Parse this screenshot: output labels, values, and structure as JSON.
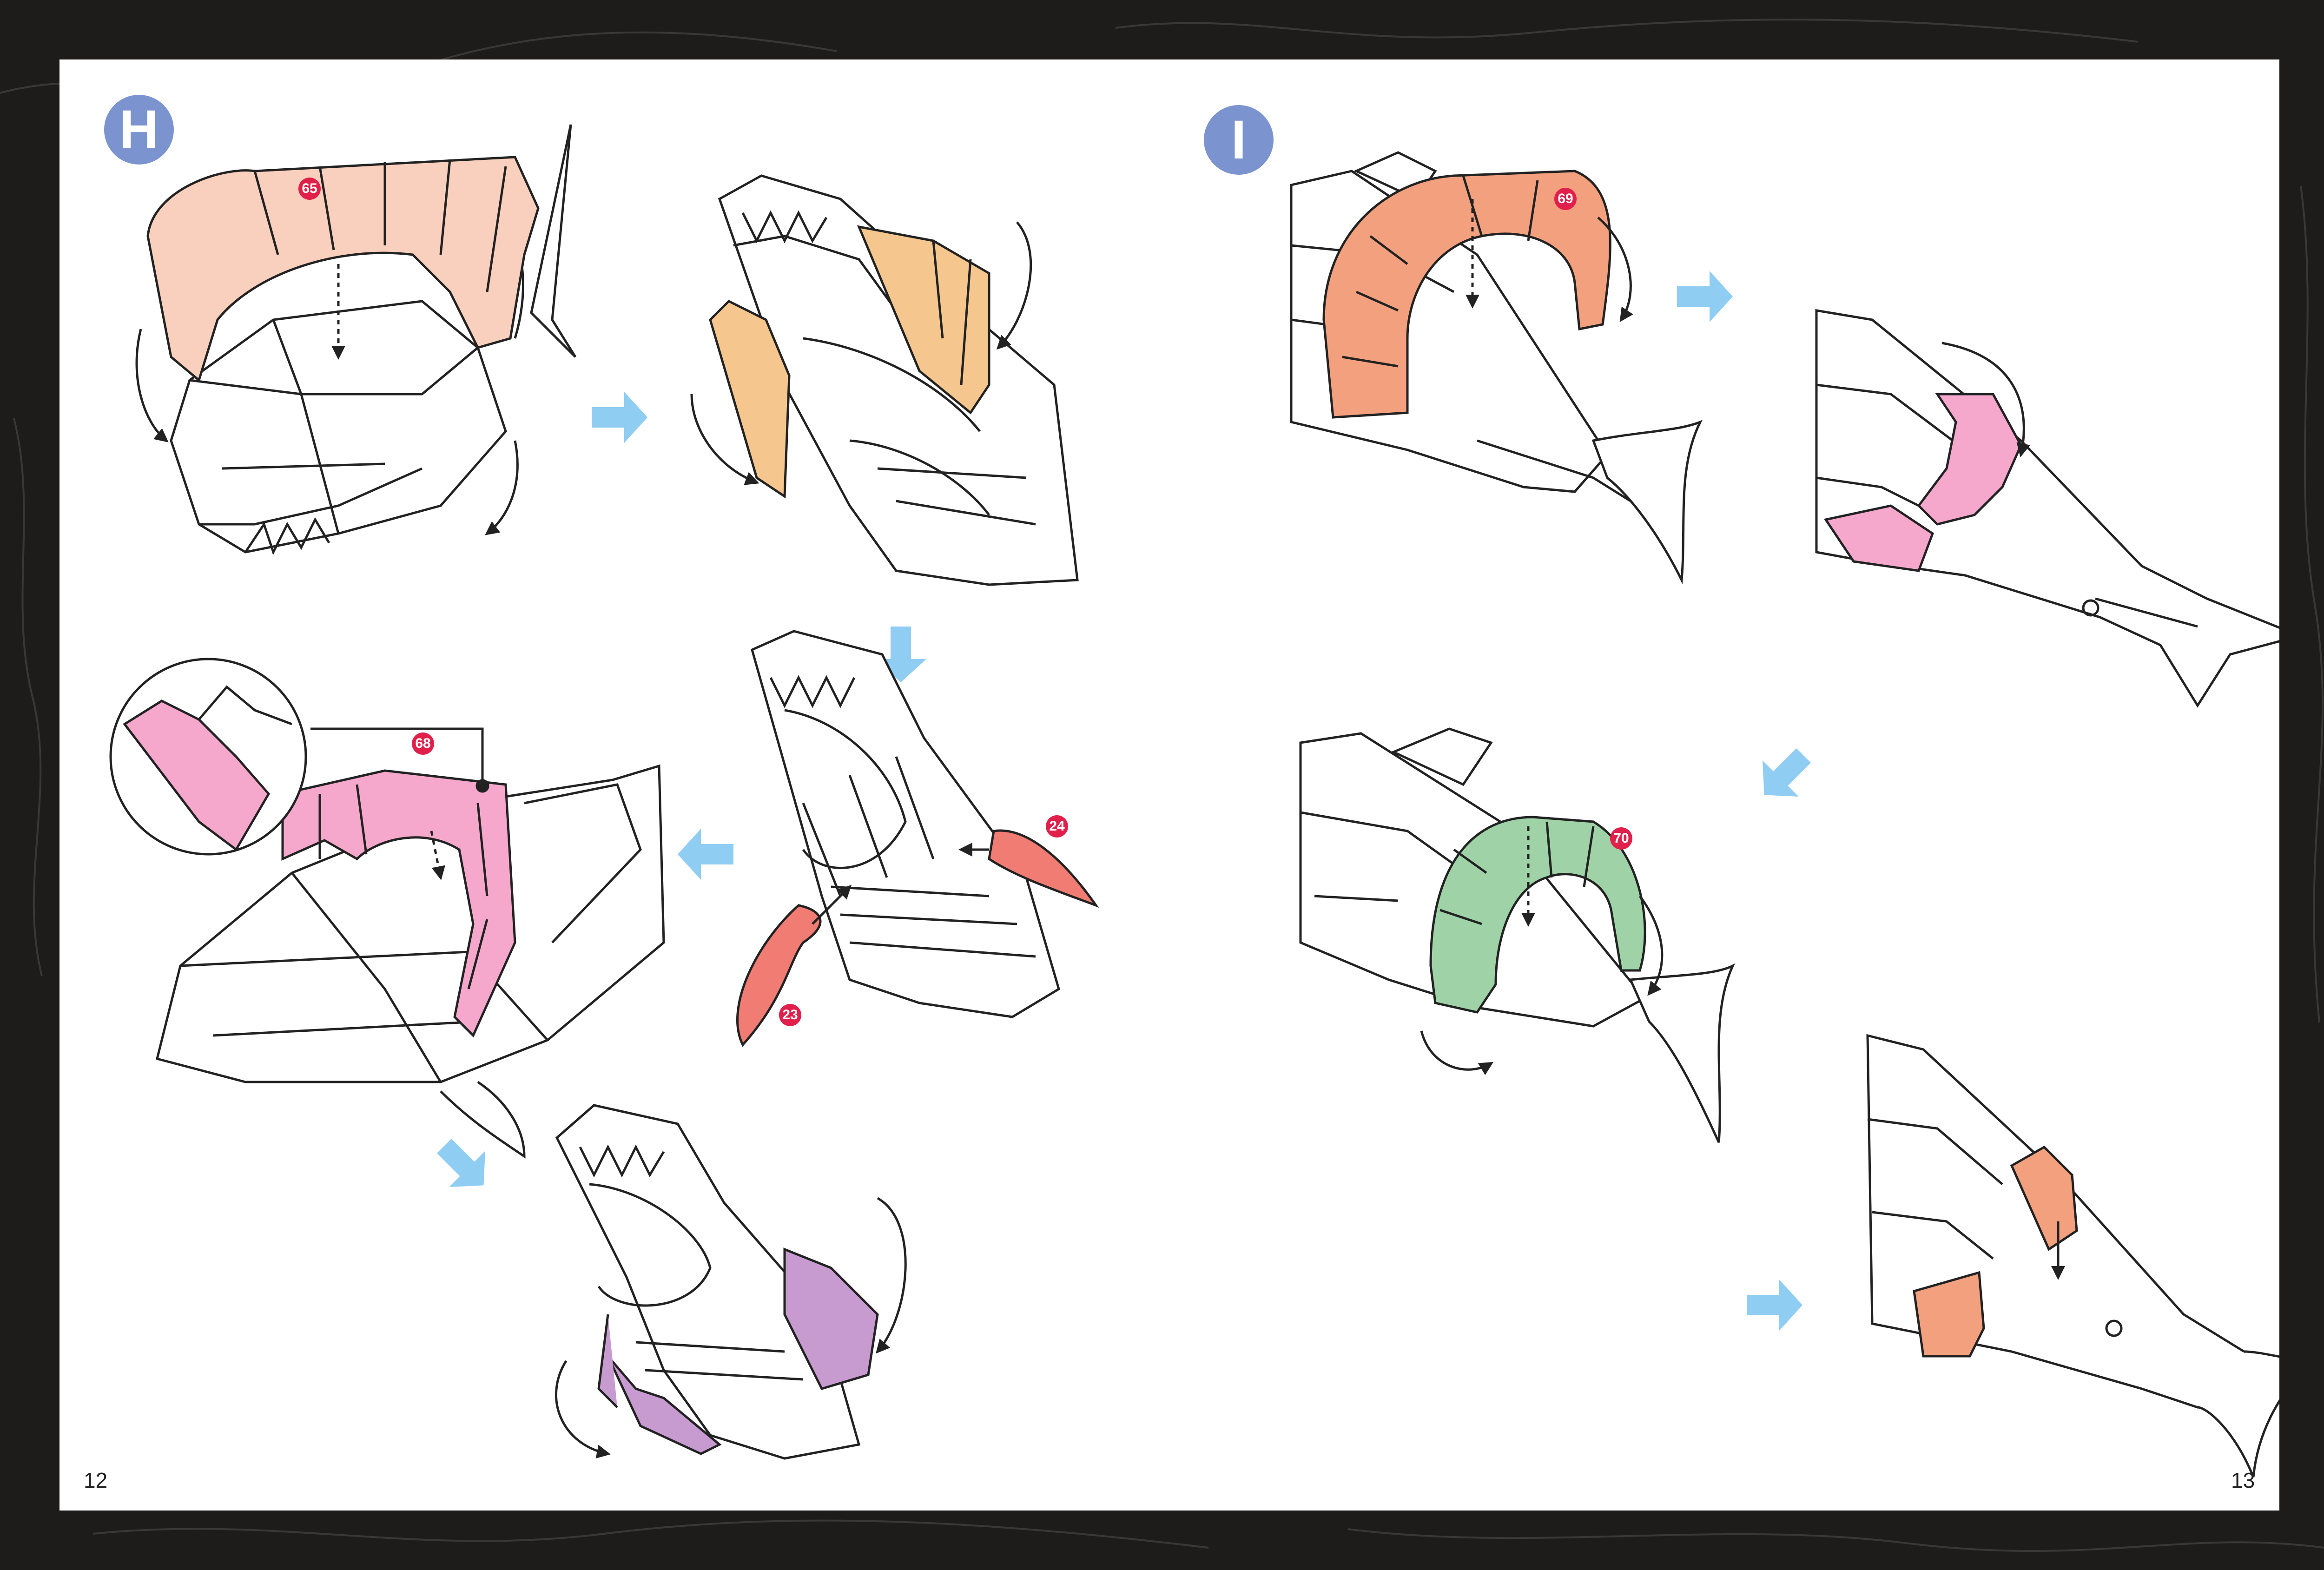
{
  "colors": {
    "background": "#1e1c1b",
    "page": "#ffffff",
    "step_badge": "#7b93cf",
    "part_number_badge": "#e0204a",
    "arrow": "#8fcdf2",
    "peach": "#f9cfbd",
    "orange": "#f3a07f",
    "tan": "#f5c78f",
    "pink": "#f6a8cc",
    "salmon": "#f07c73",
    "purple": "#c79ad0",
    "green": "#9fd3a7"
  },
  "left_page": {
    "step_badge": "H",
    "part_numbers": [
      "65",
      "68",
      "24",
      "23"
    ],
    "page_number": "12"
  },
  "right_page": {
    "step_badge": "I",
    "part_numbers": [
      "69",
      "70"
    ],
    "page_number": "13"
  }
}
